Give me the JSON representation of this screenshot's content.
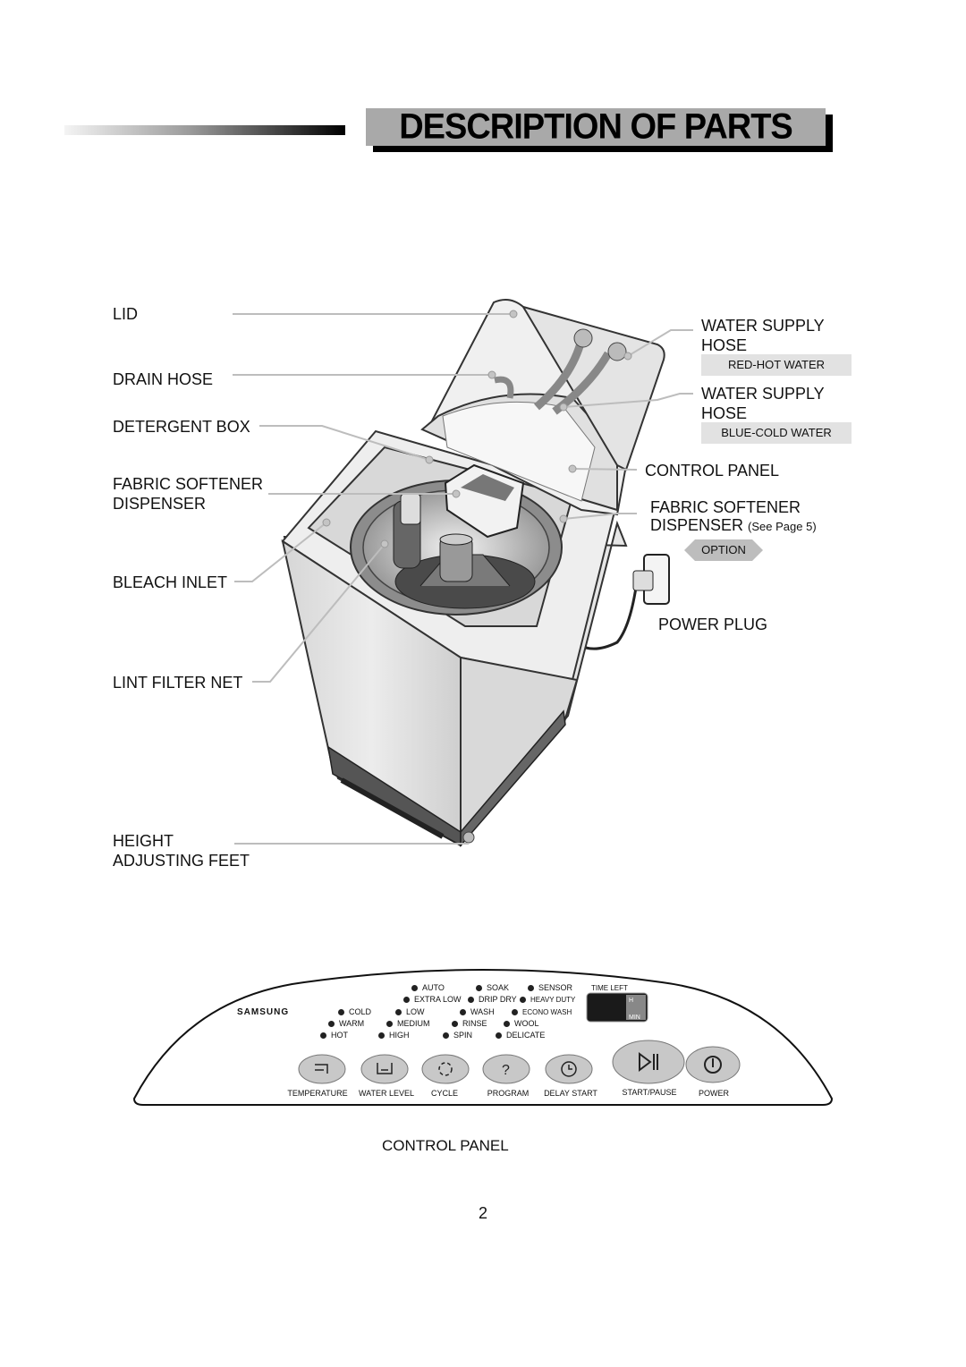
{
  "header": {
    "title": "DESCRIPTION OF PARTS"
  },
  "labels_left": {
    "lid": "LID",
    "drain_hose": "DRAIN HOSE",
    "detergent_box": "DETERGENT BOX",
    "fabric_softener_1": "FABRIC SOFTENER",
    "fabric_softener_2": "DISPENSER",
    "bleach_inlet": "BLEACH INLET",
    "lint_filter": "LINT FILTER NET",
    "height_1": "HEIGHT",
    "height_2": "ADJUSTING FEET"
  },
  "labels_right": {
    "water_supply_hot_1": "WATER SUPPLY",
    "water_supply_hot_2": "HOSE",
    "hot_tag": "RED-HOT WATER",
    "water_supply_cold_1": "WATER SUPPLY",
    "water_supply_cold_2": "HOSE",
    "cold_tag": "BLUE-COLD WATER",
    "control_panel": "CONTROL PANEL",
    "fabric_softener_1": "FABRIC SOFTENER",
    "fabric_softener_2": "DISPENSER",
    "see_page": "(See Page 5)",
    "option": "OPTION",
    "power_plug": "POWER PLUG"
  },
  "control_panel": {
    "brand": "SAMSUNG",
    "time_left": "TIME LEFT",
    "display_h": "H",
    "display_min": "MIN",
    "temperature_options": [
      "COLD",
      "WARM",
      "HOT"
    ],
    "water_level_options": [
      "AUTO",
      "EXTRA LOW",
      "LOW",
      "MEDIUM",
      "HIGH"
    ],
    "cycle_options": [
      "SOAK",
      "DRIP DRY",
      "WASH",
      "RINSE",
      "SPIN"
    ],
    "program_options": [
      "SENSOR",
      "HEAVY DUTY",
      "ECONO WASH",
      "WOOL",
      "DELICATE"
    ],
    "buttons": [
      "TEMPERATURE",
      "WATER LEVEL",
      "CYCLE",
      "PROGRAM",
      "DELAY START",
      "START/PAUSE",
      "POWER"
    ],
    "caption": "CONTROL PANEL"
  },
  "page_number": "2"
}
